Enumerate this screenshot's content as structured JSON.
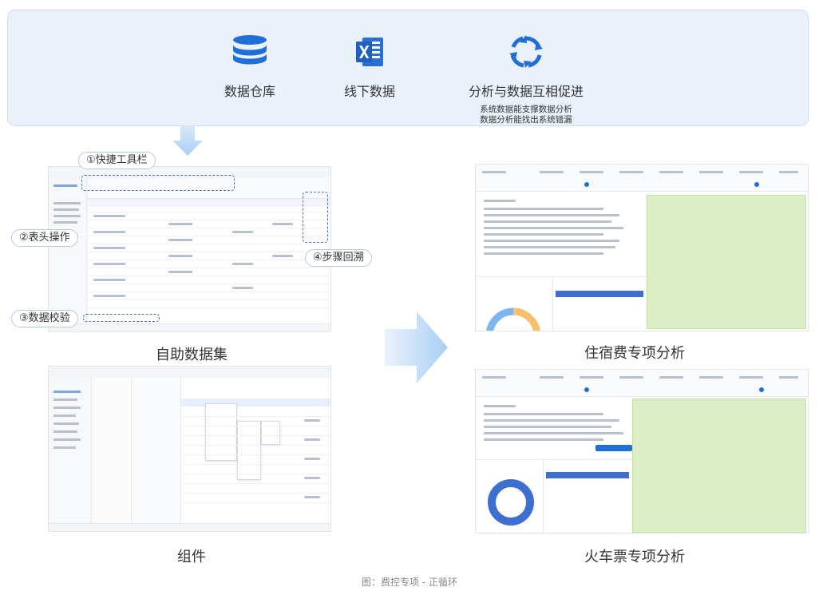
{
  "top": {
    "database_label": "数据仓库",
    "offline_label": "线下数据",
    "sync_title": "分析与数据互相促进",
    "sync_sub1": "系统数据能支撑数据分析",
    "sync_sub2": "数据分析能找出系统错漏"
  },
  "icons": {
    "database": "database-icon",
    "excel": "excel-icon",
    "sync": "sync-cycle-icon"
  },
  "colors": {
    "accent_blue": "#1f6fd6",
    "excel_blue": "#2b6fd6",
    "panel_bg": "#eaf1fb",
    "annotation_dash": "#4a6fb5",
    "green_panel": "#dcedc8"
  },
  "annotations": {
    "quick_toolbar": "①快捷工具栏",
    "header_ops": "②表头操作",
    "data_check": "③数据校验",
    "step_back": "④步骤回溯"
  },
  "captions": {
    "self_service": "自助数据集",
    "components": "组件",
    "hotel": "住宿费专项分析",
    "train": "火车票专项分析"
  },
  "footer": "图：费控专项 - 正循环"
}
